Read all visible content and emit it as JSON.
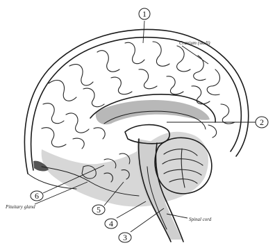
{
  "labels": {
    "cerebrum_skull": "Cranium (skull)",
    "pituitary": "Pituitary gland",
    "spinal_cord": "Spinal cord"
  },
  "markers": {
    "m1": "1",
    "m2": "2",
    "m3": "3",
    "m4": "4",
    "m5": "5",
    "m6": "6"
  },
  "colors": {
    "ink": "#1a1a1a",
    "shade": "#bdbdbd",
    "shade_light": "#d4d4d4",
    "background": "#ffffff"
  }
}
